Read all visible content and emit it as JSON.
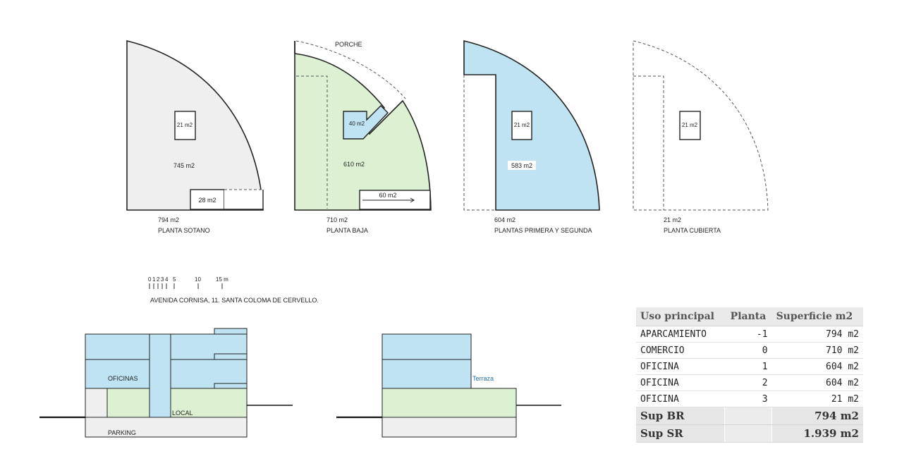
{
  "plans": [
    {
      "total": "794 m2",
      "name": "PLANTA SOTANO",
      "area_main": "745 m2",
      "area_core": "21 m2",
      "area_room": "28 m2"
    },
    {
      "total": "710 m2",
      "name": "PLANTA BAJA",
      "label_porch": "PORCHE",
      "area_main": "610 m2",
      "area_core": "40 m2",
      "area_room": "60 m2"
    },
    {
      "total": "604 m2",
      "name": "PLANTAS PRIMERA Y SEGUNDA",
      "area_main": "583 m2",
      "area_core": "21 m2"
    },
    {
      "total": "21 m2",
      "name": "PLANTA CUBIERTA",
      "area_core": "21 m2"
    }
  ],
  "scale": {
    "ticks": [
      "0",
      "1",
      "2",
      "3",
      "4",
      "5",
      "10",
      "15 m"
    ],
    "address": "AVENIDA CORNISA, 11. SANTA COLOMA DE CERVELLO."
  },
  "sections": {
    "oficinas": "OFICINAS",
    "local": "LOCAL",
    "parking": "PARKING",
    "terraza": "Terraza"
  },
  "table": {
    "headers": [
      "Uso principal",
      "Planta",
      "Superficie m2"
    ],
    "rows": [
      [
        "APARCAMIENTO",
        "-1",
        "794 m2"
      ],
      [
        "COMERCIO",
        "0",
        "710 m2"
      ],
      [
        "OFICINA",
        "1",
        "604 m2"
      ],
      [
        "OFICINA",
        "2",
        "604 m2"
      ],
      [
        "OFICINA",
        "3",
        "21 m2"
      ]
    ],
    "summary": [
      [
        "Sup BR",
        "794 m2"
      ],
      [
        "Sup SR",
        "1.939 m2"
      ]
    ]
  },
  "colors": {
    "grey_fill": "#efefef",
    "green_fill": "#dbf1d2",
    "blue_fill": "#bfe3f3",
    "stroke": "#222222",
    "terraza_text": "#1f6fb0"
  }
}
